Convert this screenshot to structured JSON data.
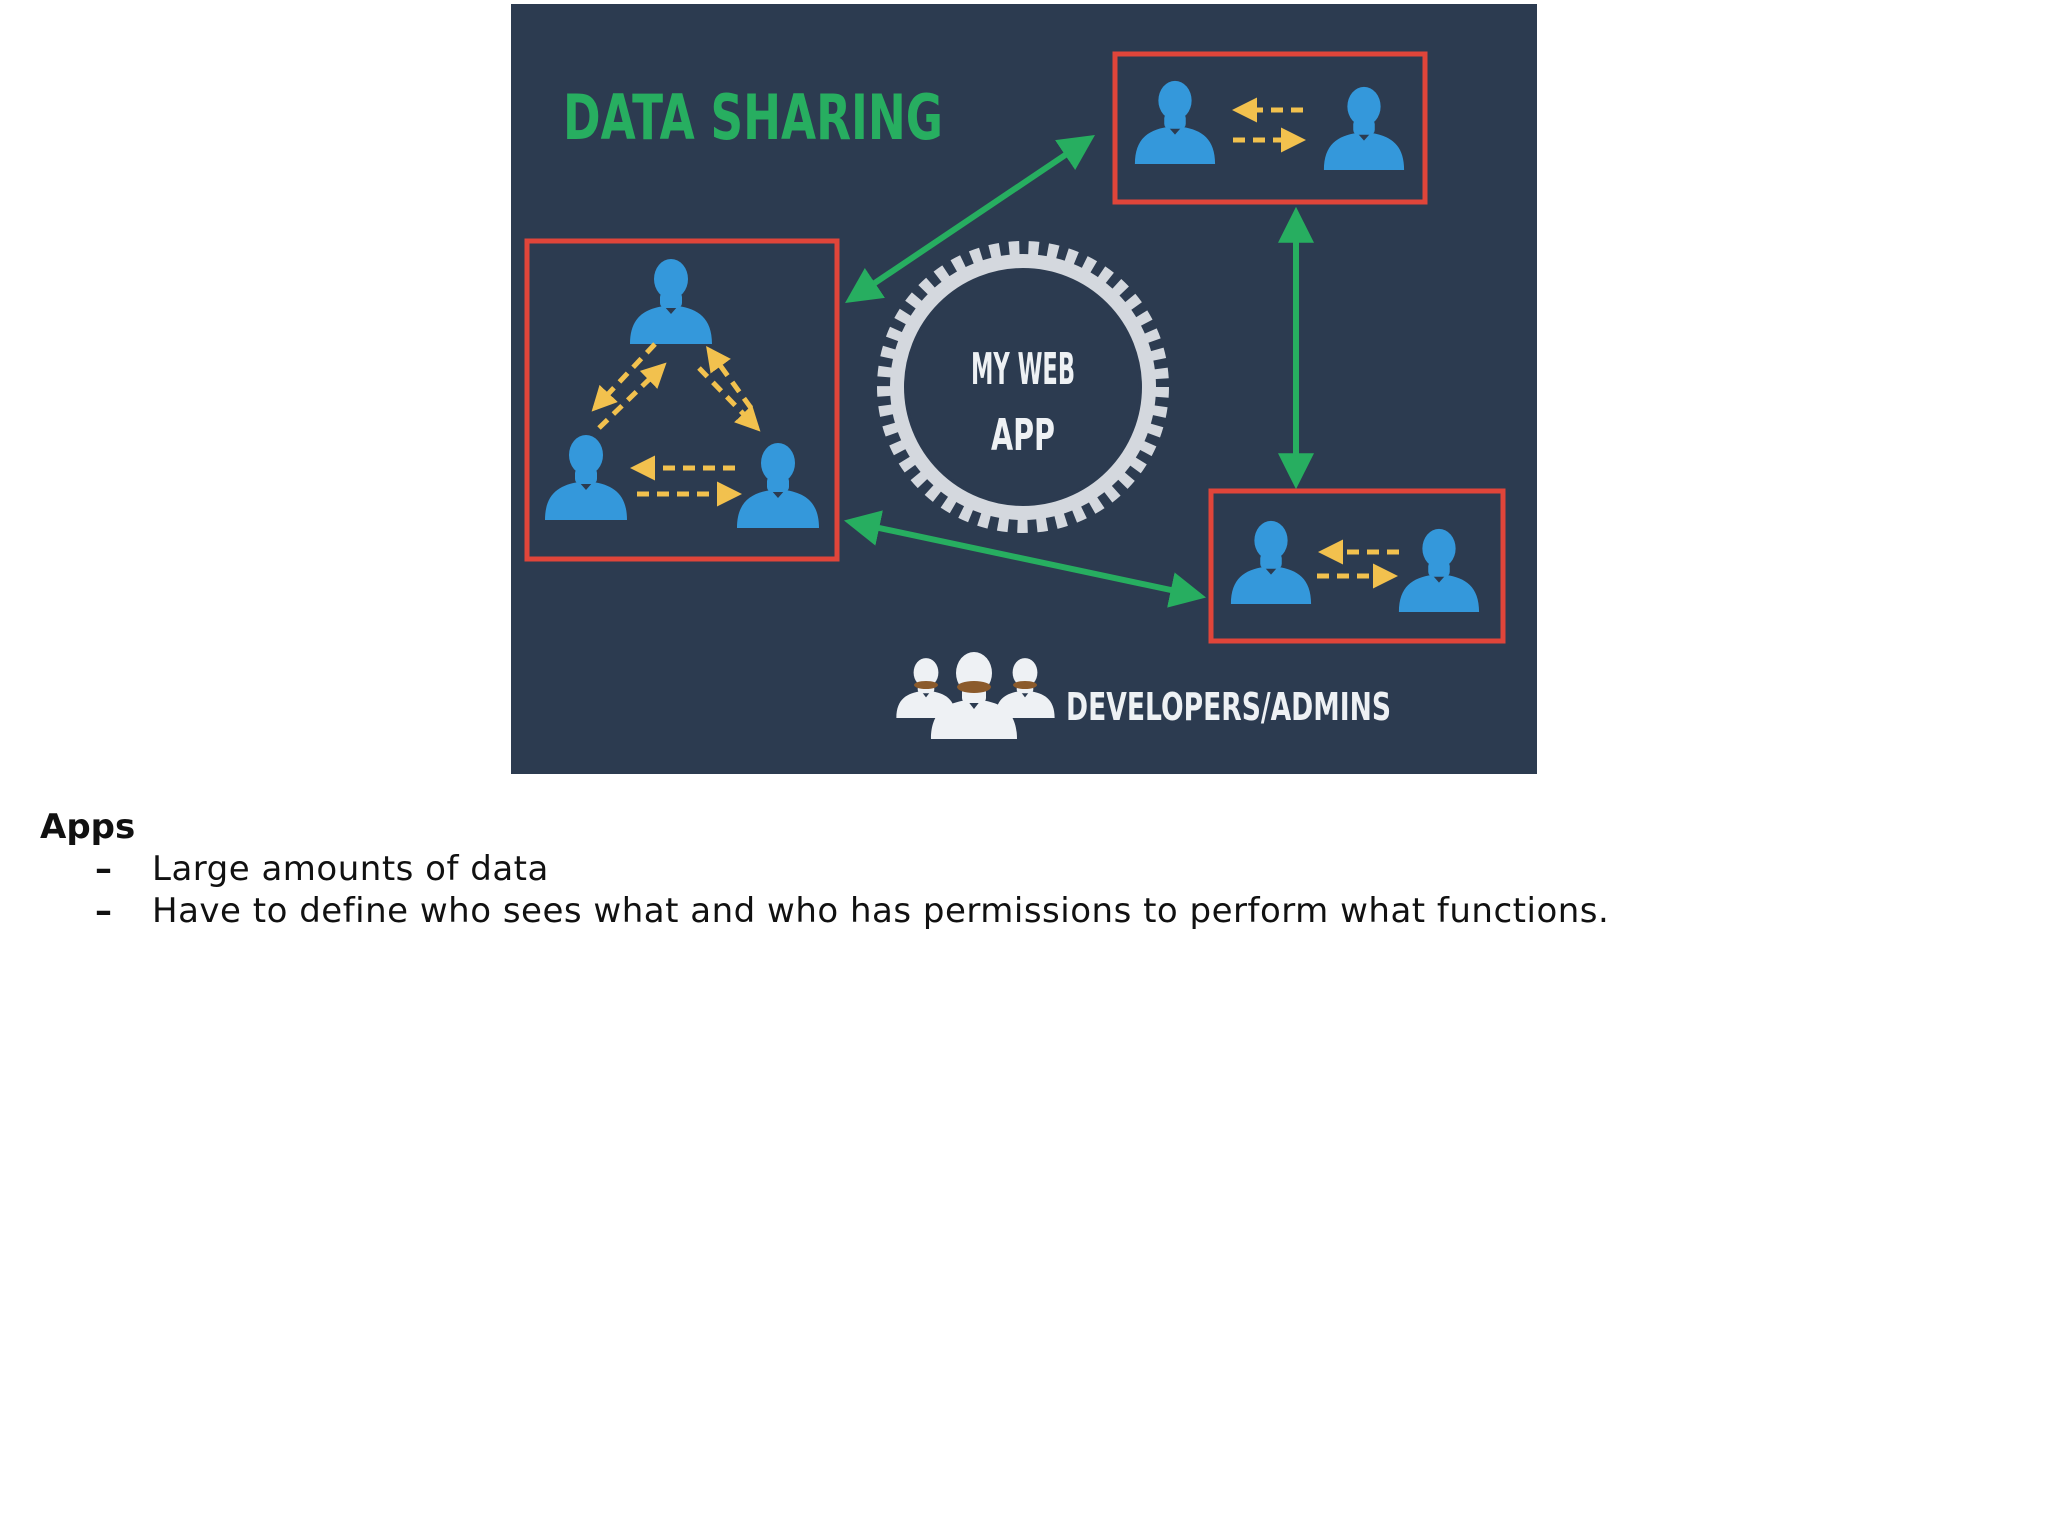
{
  "diagram": {
    "title": "DATA SHARING",
    "center_label_line1": "MY WEB",
    "center_label_line2": "APP",
    "footer_label": "DEVELOPERS/ADMINS",
    "colors": {
      "background": "#2c3b50",
      "title": "#27ae60",
      "box_border": "#e0453a",
      "person": "#3498db",
      "dashed_arrow": "#f2c14e",
      "link_arrow": "#27ae60",
      "gear": "#d4d8de",
      "admin": "#eef1f4",
      "mustache": "#8b5a2b"
    }
  },
  "caption": {
    "heading": "Apps",
    "bullets": [
      "Large amounts of data",
      "Have to define who sees what and who has permissions to perform what functions."
    ]
  }
}
